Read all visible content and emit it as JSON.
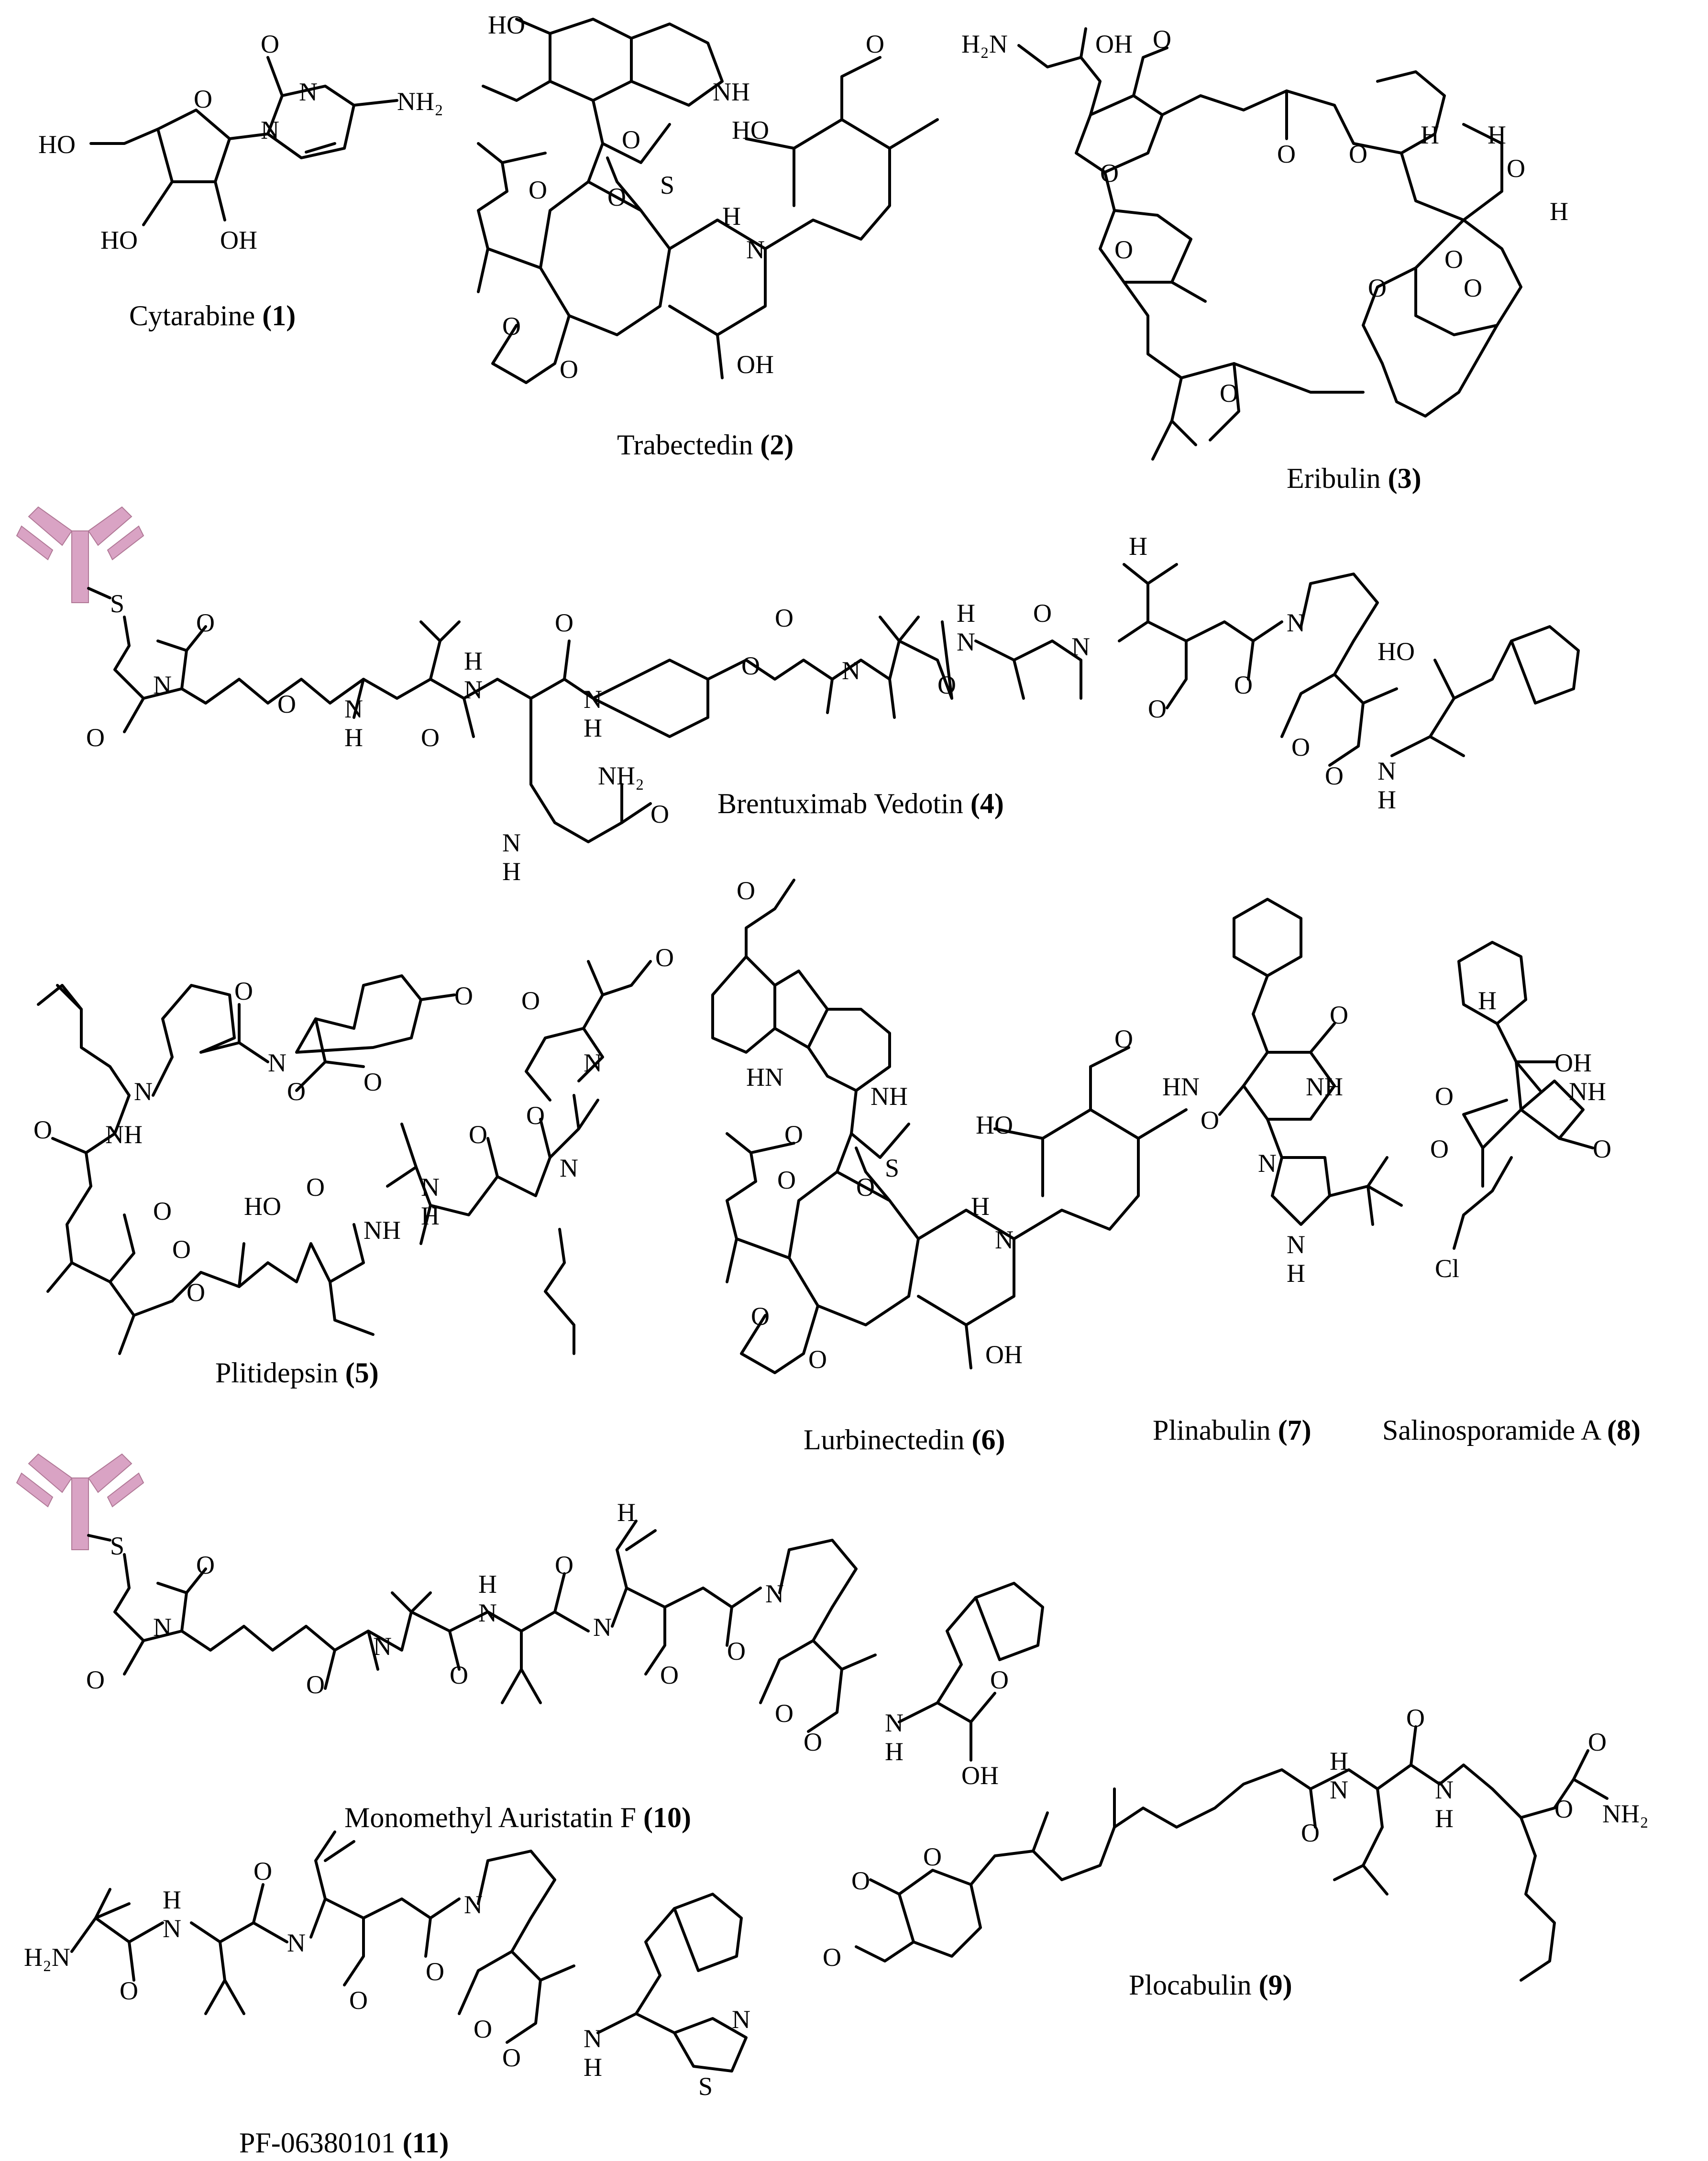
{
  "figure": {
    "compounds": [
      {
        "id": "cytarabine",
        "name": "Cytarabine",
        "number": "1"
      },
      {
        "id": "trabectedin",
        "name": "Trabectedin",
        "number": "2"
      },
      {
        "id": "eribulin",
        "name": "Eribulin",
        "number": "3"
      },
      {
        "id": "brentuximab",
        "name": "Brentuximab Vedotin",
        "number": "4"
      },
      {
        "id": "plitidepsin",
        "name": "Plitidepsin",
        "number": "5"
      },
      {
        "id": "lurbinectedin",
        "name": "Lurbinectedin",
        "number": "6"
      },
      {
        "id": "plinabulin",
        "name": "Plinabulin",
        "number": "7"
      },
      {
        "id": "salinosporamide",
        "name": "Salinosporamide A",
        "number": "8"
      },
      {
        "id": "plocabulin",
        "name": "Plocabulin",
        "number": "9"
      },
      {
        "id": "mmaf",
        "name": "Monomethyl Auristatin F",
        "number": "10"
      },
      {
        "id": "pf",
        "name": "PF-06380101",
        "number": "11"
      }
    ],
    "atoms": {
      "HO": "HO",
      "OH": "OH",
      "O": "O",
      "N": "N",
      "NH": "NH",
      "NH2": "NH₂",
      "H2N": "H₂N",
      "H": "H",
      "S": "S",
      "HN": "HN",
      "Cl": "Cl",
      "OHacid": "OH"
    },
    "colors": {
      "antibody": "#d9a3c4",
      "ink": "#000000"
    }
  }
}
